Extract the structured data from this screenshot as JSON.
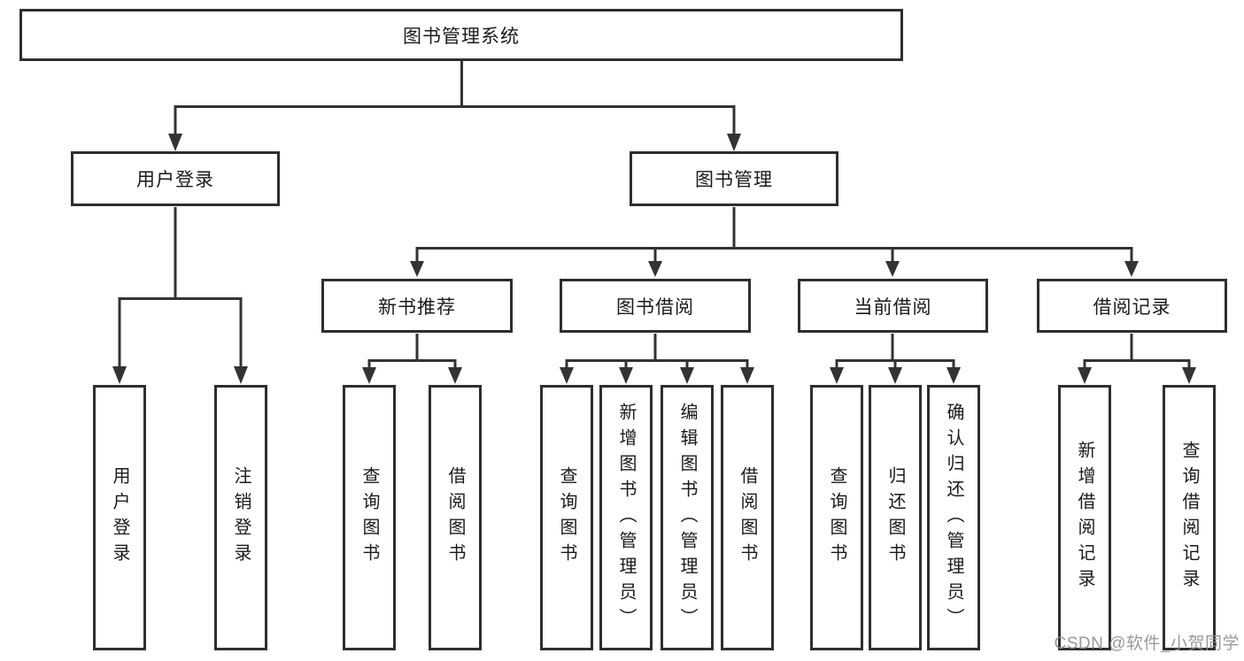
{
  "diagram": {
    "root": {
      "label": "图书管理系统"
    },
    "level1": [
      {
        "label": "用户登录"
      },
      {
        "label": "图书管理"
      }
    ],
    "level2": [
      {
        "label": "新书推荐"
      },
      {
        "label": "图书借阅"
      },
      {
        "label": "当前借阅"
      },
      {
        "label": "借阅记录"
      }
    ],
    "leaves": {
      "user_login": [
        "用户登录",
        "注销登录"
      ],
      "new_book": [
        "查询图书",
        "借阅图书"
      ],
      "book_borrow": [
        "查询图书",
        "新增图书（管理员）",
        "编辑图书（管理员）",
        "借阅图书"
      ],
      "current_borrow": [
        "查询图书",
        "归还图书",
        "确认归还（管理员）"
      ],
      "borrow_record": [
        "新增借阅记录",
        "查询借阅记录"
      ]
    }
  },
  "watermark": {
    "text": "CSDN @软件_小贺同学"
  },
  "colors": {
    "line": "#333333",
    "border": "#2e2e2e",
    "text": "#1a1a1a",
    "watermark": "#8f8f8f",
    "background": "#ffffff"
  }
}
